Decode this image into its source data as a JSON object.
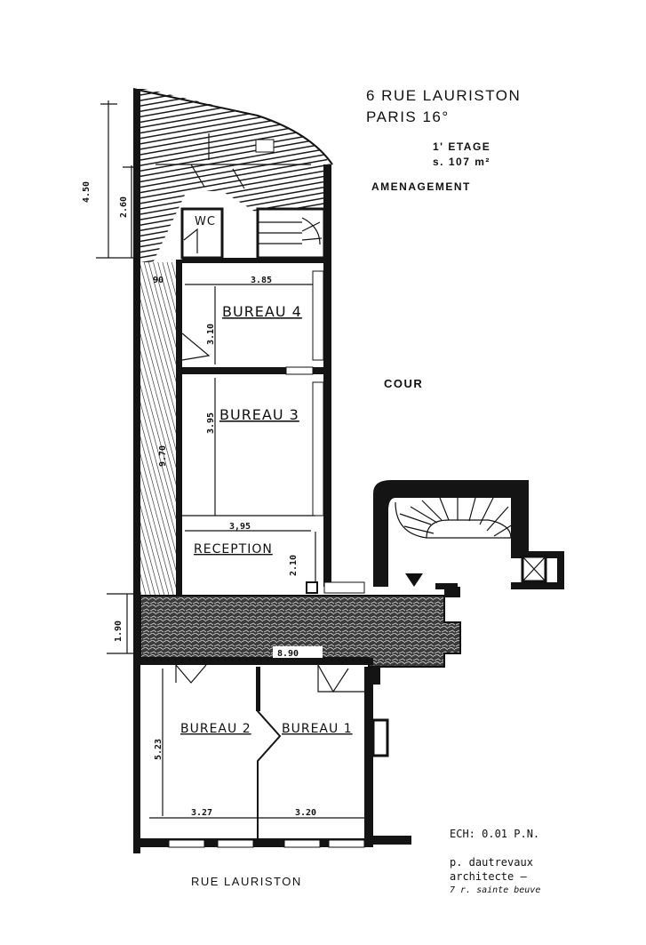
{
  "title": {
    "address": "6 RUE LAURISTON",
    "city": "PARIS 16°",
    "floor": "1' ETAGE",
    "surface": "s. 107 m²",
    "purpose": "AMENAGEMENT"
  },
  "rooms": {
    "wc": "WC",
    "bureau4": "BUREAU 4",
    "bureau3": "BUREAU 3",
    "reception": "RECEPTION",
    "bureau2": "BUREAU 2",
    "bureau1": "BUREAU 1",
    "cour": "COUR"
  },
  "dimensions": {
    "left_top": "4.50",
    "left_mid": "2.60",
    "left_entry": "1.90",
    "corridor_small": "90",
    "b4_width": "3.85",
    "b4_depth": "3.10",
    "b3_depth": "3.95",
    "corridor_len": "9.70",
    "rec_width": "3,95",
    "rec_depth": "2.10",
    "entry_width": "8.90",
    "b2_depth": "5.23",
    "b2_width": "3.27",
    "b1_width": "3.20"
  },
  "footer": {
    "scale": "ECH: 0.01 P.N.",
    "architect_name": "p. dautrevaux",
    "architect_title": "architecte —",
    "architect_address": "7 r. sainte beuve",
    "street": "RUE LAURISTON"
  }
}
